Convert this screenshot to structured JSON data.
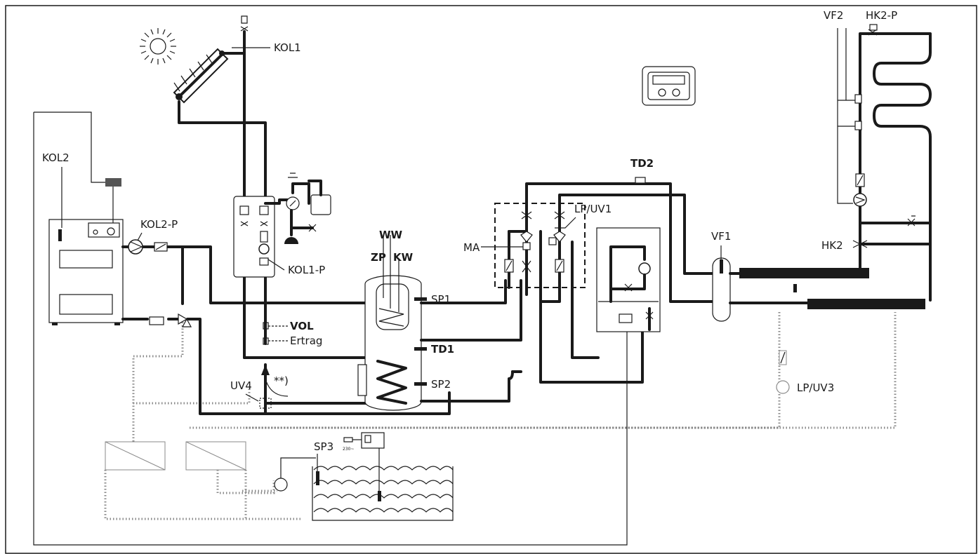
{
  "labels": {
    "kol1": "KOL1",
    "kol2": "KOL2",
    "kol2_p": "KOL2-P",
    "kol1_p": "KOL1-P",
    "vol": "VOL",
    "ertrag": "Ertrag",
    "uv4": "UV4",
    "footnote": "**)",
    "ww": "WW",
    "zp": "ZP",
    "kw": "KW",
    "sp1": "SP1",
    "td1": "TD1",
    "sp2": "SP2",
    "sp3": "SP3",
    "ma": "MA",
    "lp_uv1": "LP/UV1",
    "td2": "TD2",
    "vf1": "VF1",
    "vf2": "VF2",
    "hk2_p": "HK2-P",
    "hk2": "HK2",
    "lp_uv3": "LP/UV3",
    "mains": "230~"
  },
  "icons": [
    "sun-icon",
    "solar-collector-icon",
    "boiler-icon",
    "pump-icon",
    "valve-icon",
    "three-way-valve-icon",
    "storage-tank-icon",
    "controller-icon",
    "expansion-vessel-icon",
    "heat-exchanger-icon",
    "pool-icon",
    "radiator-coil-icon"
  ],
  "colors": {
    "line": "#1a1a1a",
    "dotted": "#8a8a8a",
    "background": "#ffffff"
  }
}
